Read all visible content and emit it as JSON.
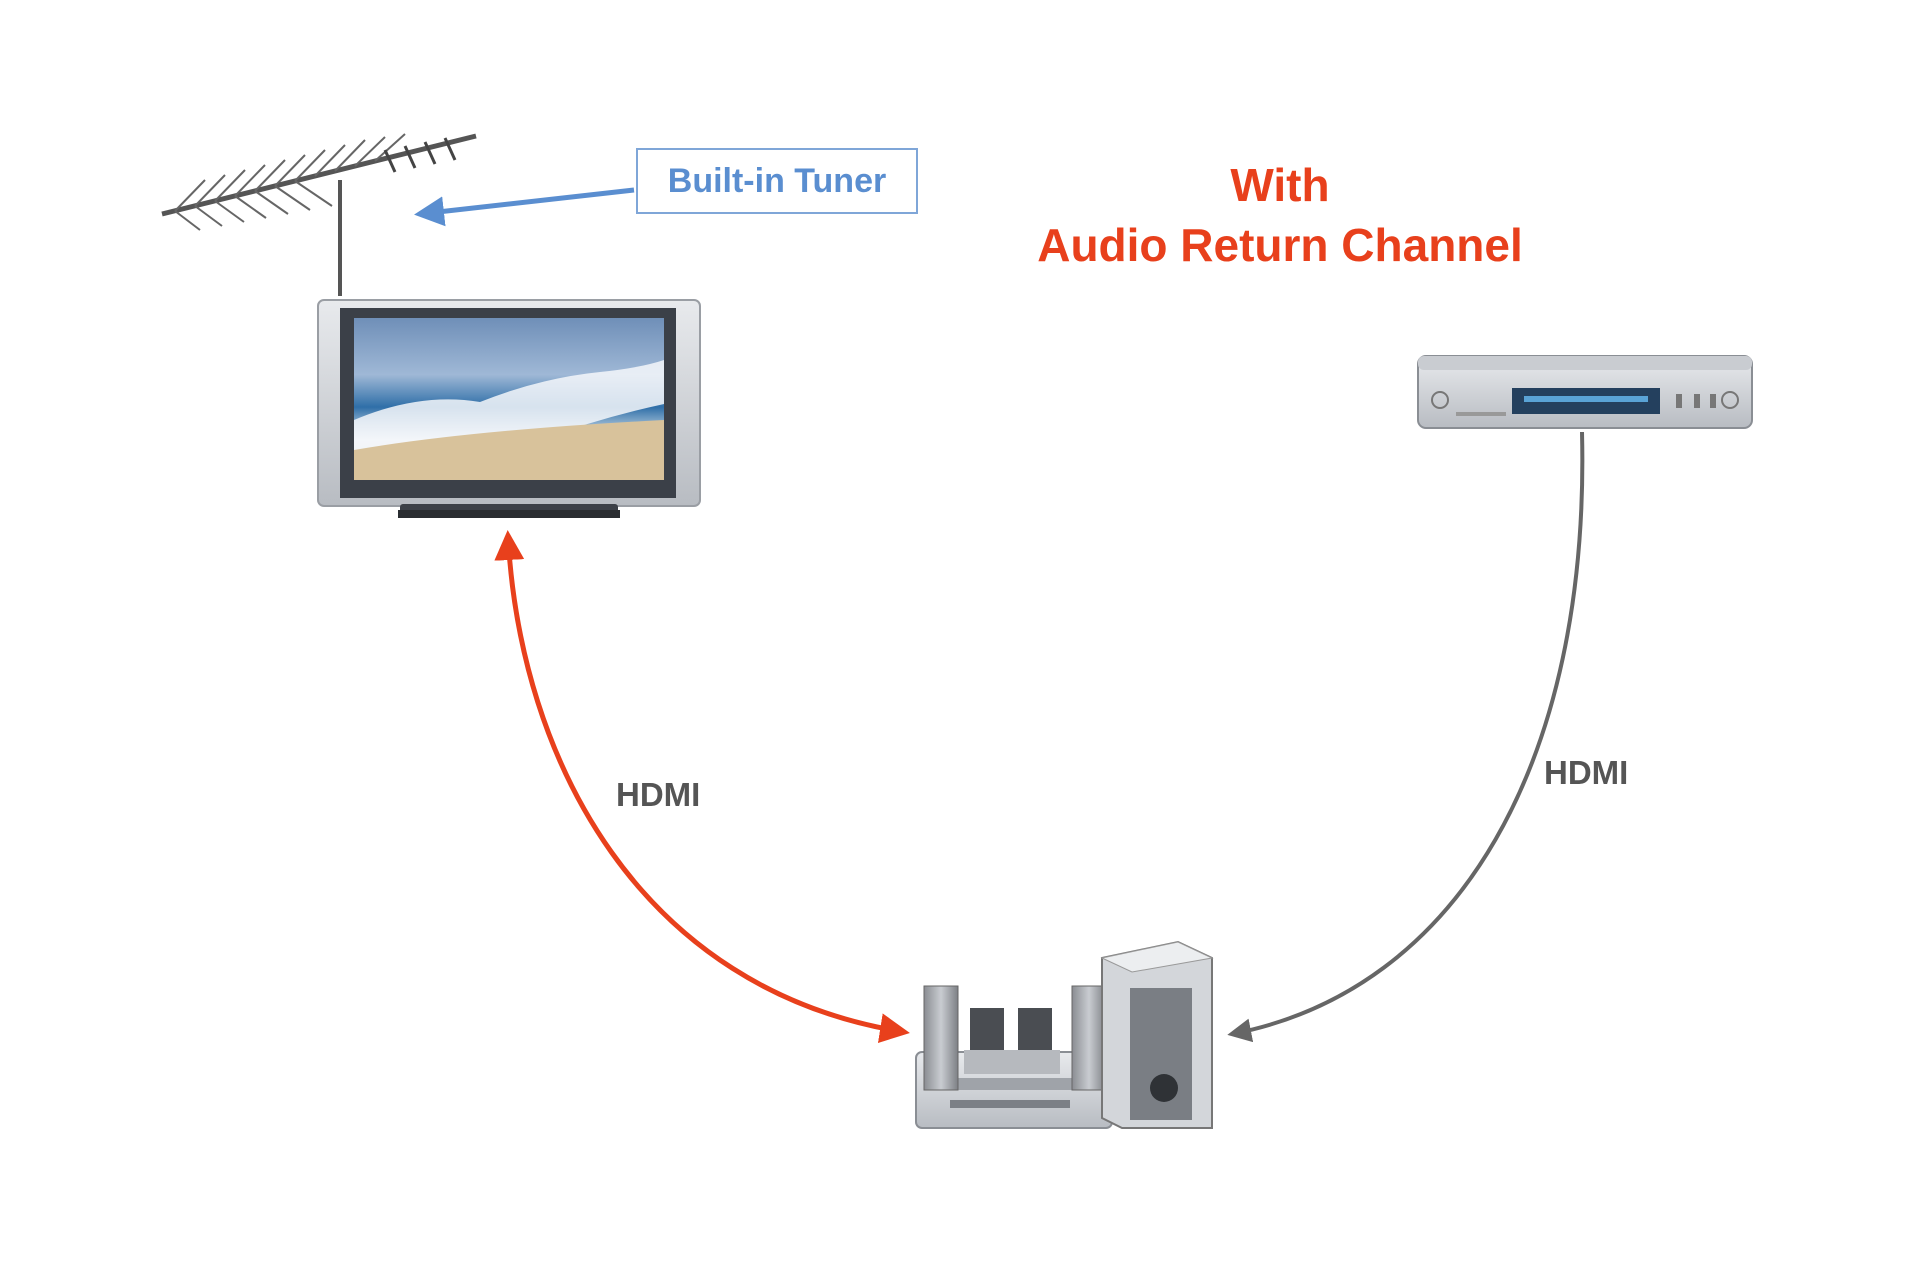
{
  "title": {
    "line1": "With",
    "line2": "Audio Return Channel"
  },
  "tuner_label": "Built-in Tuner",
  "cables": {
    "tv_to_receiver": {
      "label": "HDMI",
      "color": "#e8401c",
      "direction": "bidirectional"
    },
    "player_to_receiver": {
      "label": "HDMI",
      "color": "#666666",
      "direction": "one-way"
    }
  },
  "devices": [
    "antenna",
    "flat-panel-tv",
    "blu-ray-player",
    "home-theater-receiver-with-speakers"
  ],
  "colors": {
    "accent": "#e8401c",
    "tuner": "#5a8ed0",
    "cable_gray": "#666666"
  }
}
